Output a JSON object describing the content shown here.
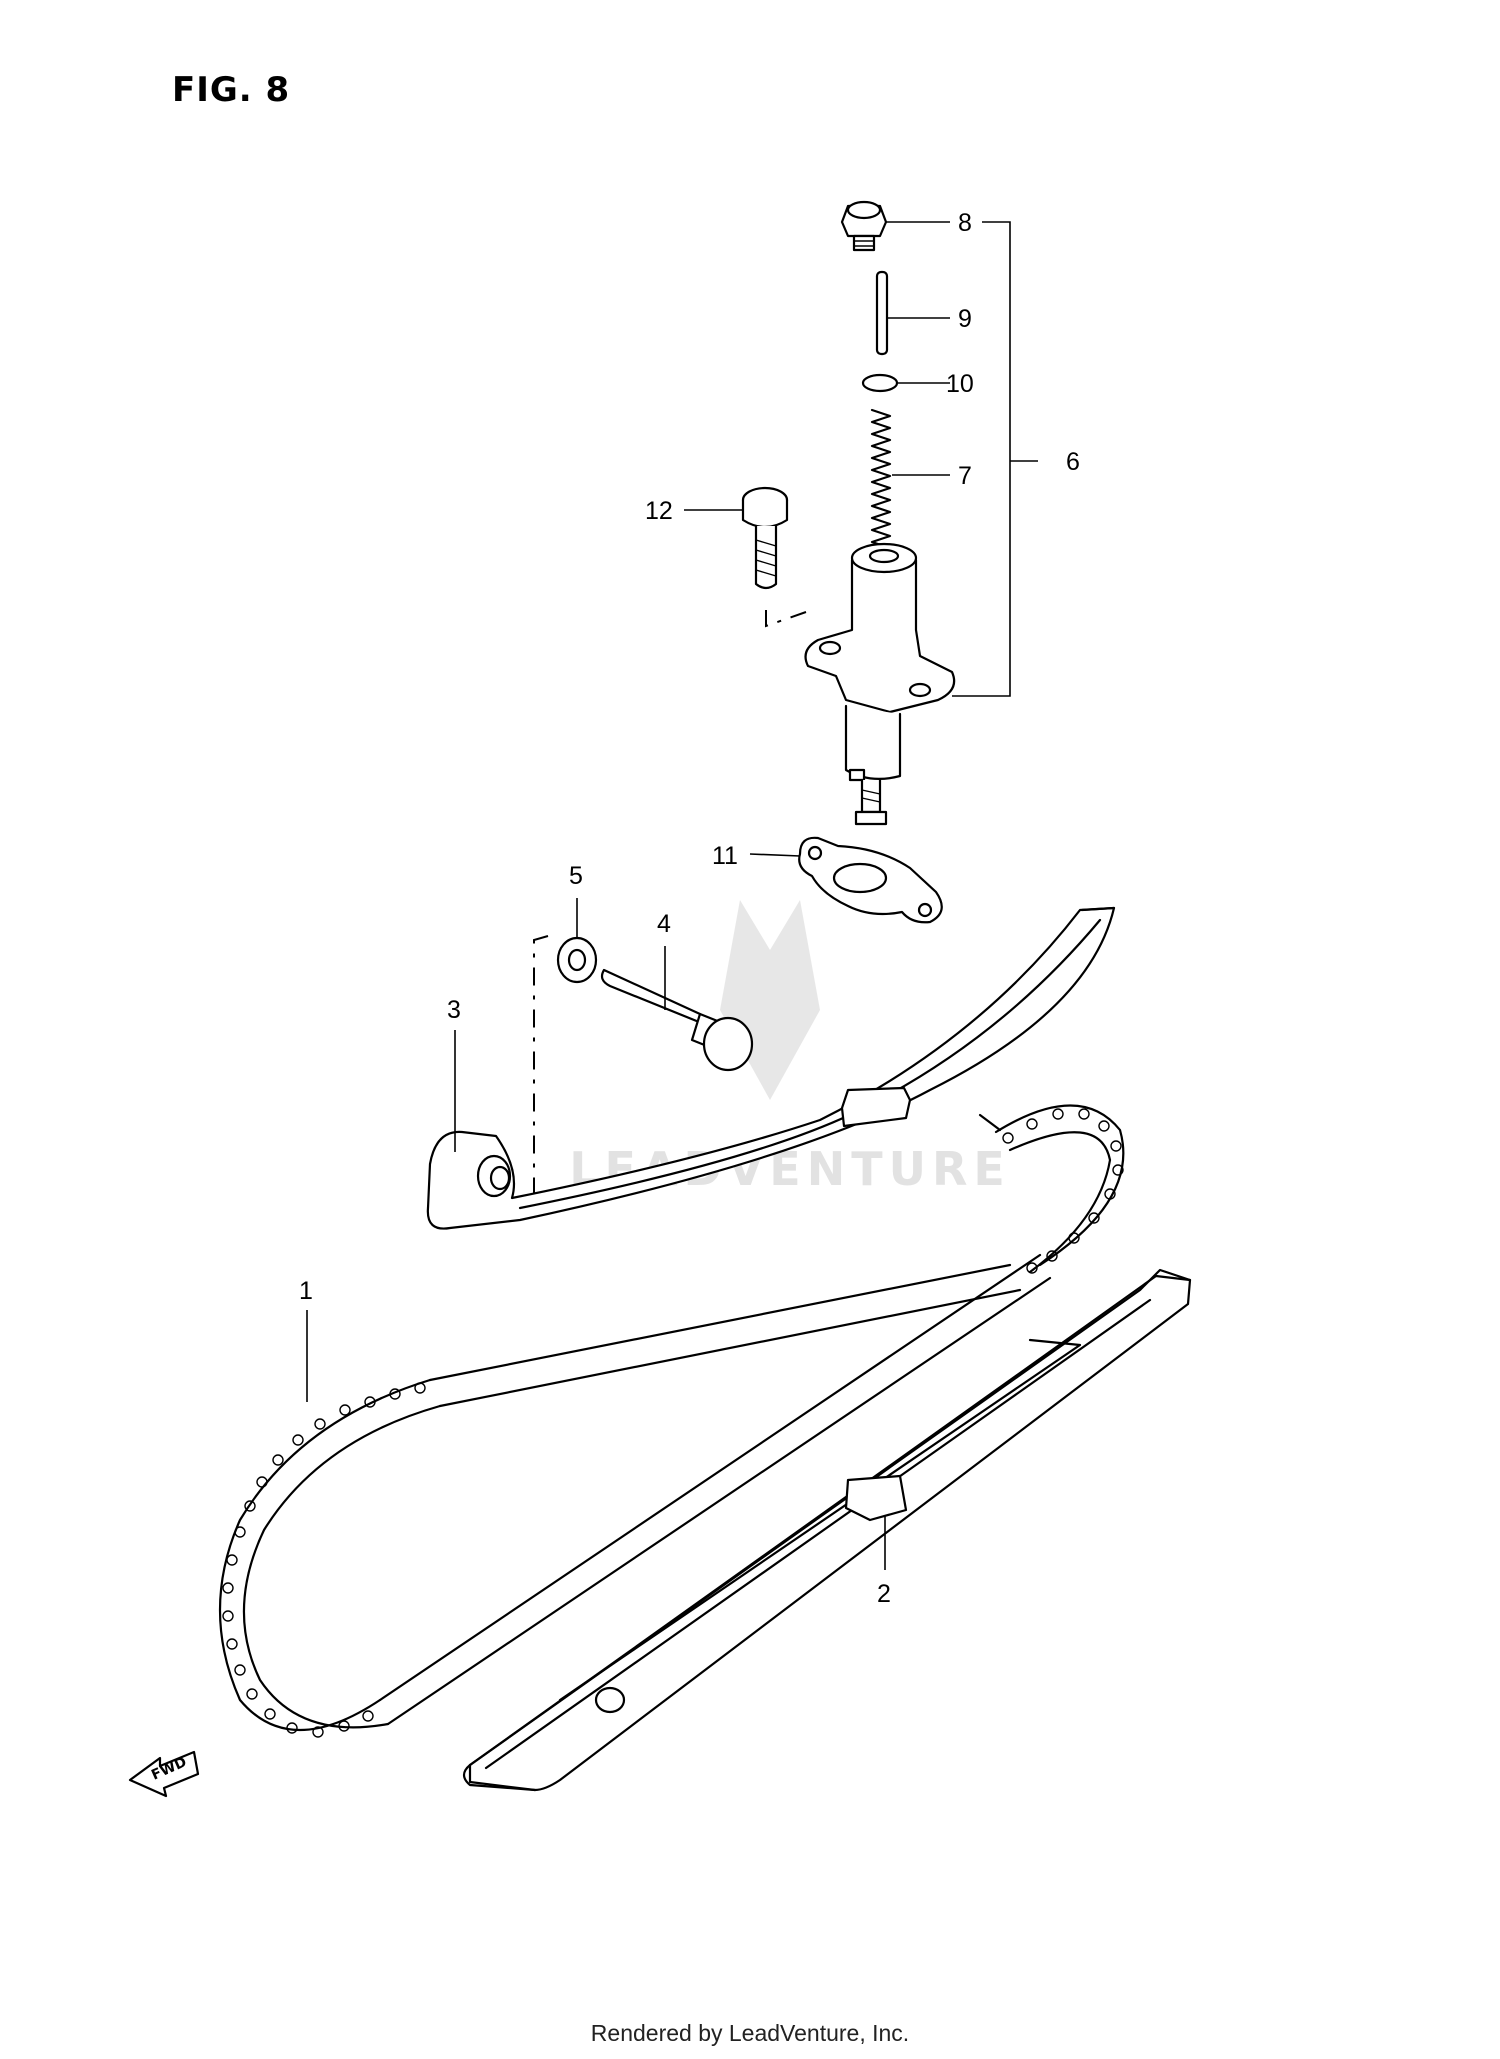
{
  "figure": {
    "title": "FIG. 8"
  },
  "callouts": {
    "c1": "1",
    "c2": "2",
    "c3": "3",
    "c4": "4",
    "c5": "5",
    "c6": "6",
    "c7": "7",
    "c8": "8",
    "c9": "9",
    "c10": "10",
    "c11": "11",
    "c12": "12"
  },
  "direction_arrow": {
    "label": "FWD"
  },
  "watermark": {
    "text": "LEADVENTURE"
  },
  "footer": {
    "text": "Rendered by LeadVenture, Inc."
  }
}
